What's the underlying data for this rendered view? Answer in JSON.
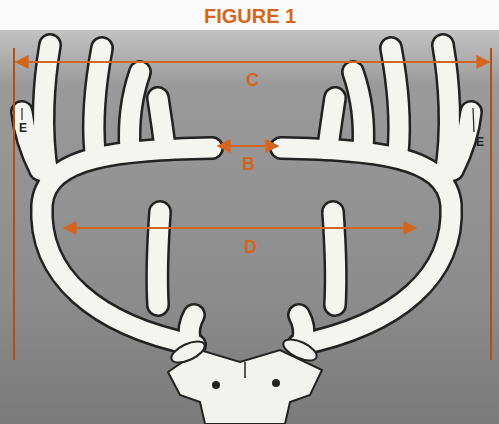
{
  "diagram": {
    "title": "FIGURE 1",
    "labels": [
      "C",
      "B",
      "D",
      "E",
      "E"
    ]
  }
}
